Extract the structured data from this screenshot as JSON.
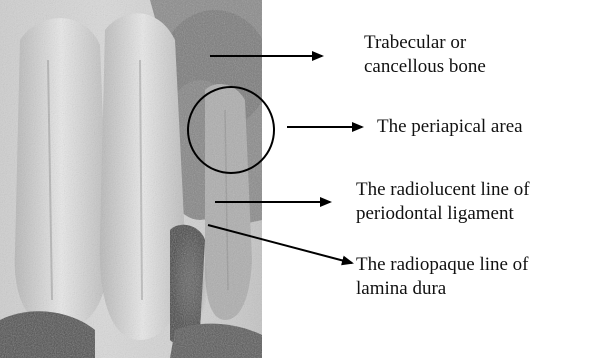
{
  "figure": {
    "image_description_icon": "dental-radiograph-icon",
    "colors": {
      "text": "#111111",
      "arrow": "#000000",
      "circle": "#000000",
      "background": "#ffffff"
    },
    "labels": [
      {
        "id": "trabecular",
        "lines": [
          "Trabecular or",
          "cancellous bone"
        ]
      },
      {
        "id": "periapical",
        "lines": [
          "The periapical area"
        ]
      },
      {
        "id": "pdl",
        "lines": [
          "The radiolucent line of",
          "periodontal ligament"
        ]
      },
      {
        "id": "lamina",
        "lines": [
          "The radiopaque line of",
          "lamina dura"
        ]
      }
    ]
  }
}
